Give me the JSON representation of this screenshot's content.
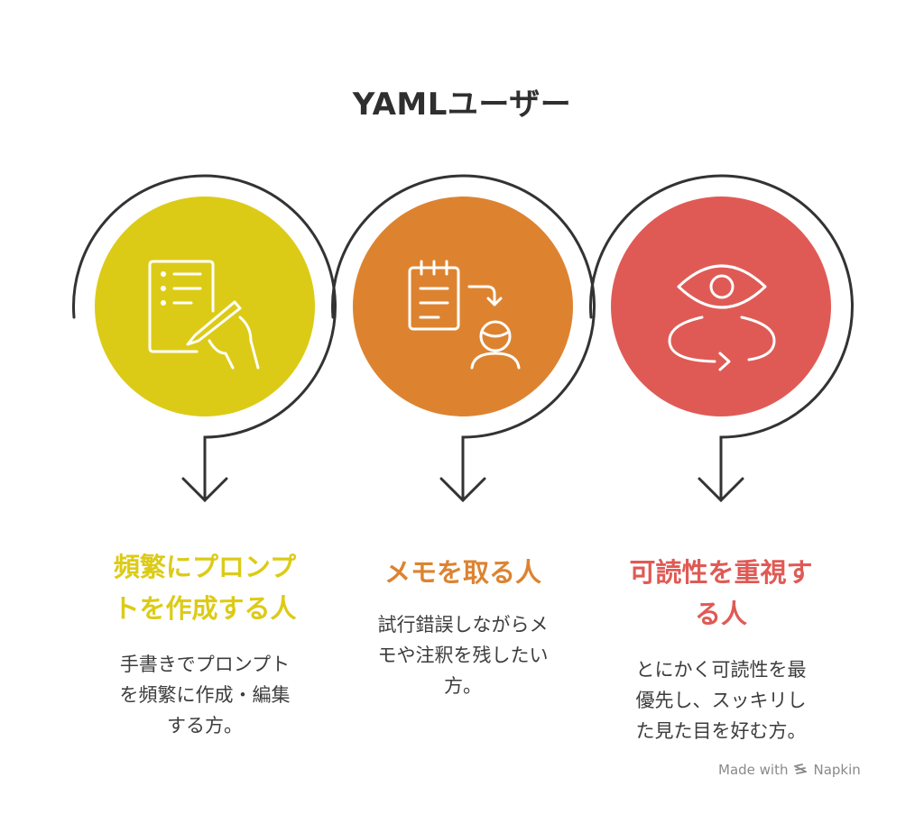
{
  "title": "YAMLユーザー",
  "items": [
    {
      "heading_lines": [
        "頻繁にプロンプ",
        "トを作成する人"
      ],
      "description_lines": [
        "手書きでプロンプト",
        "を頻繁に作成・編集",
        "する方。"
      ],
      "color": "#dccb16",
      "icon": "handwriting-document-icon"
    },
    {
      "heading_lines": [
        "メモを取る人"
      ],
      "description_lines": [
        "試行錯誤しながらメ",
        "モや注釈を残したい",
        "方。"
      ],
      "color": "#dd8330",
      "icon": "notepad-person-icon"
    },
    {
      "heading_lines": [
        "可読性を重視す",
        "る人"
      ],
      "description_lines": [
        "とにかく可読性を最",
        "優先し、スッキリし",
        "た見た目を好む方。"
      ],
      "color": "#e05a55",
      "icon": "eye-rotate-icon"
    }
  ],
  "footer": {
    "made_with": "Made with",
    "brand": "Napkin"
  }
}
